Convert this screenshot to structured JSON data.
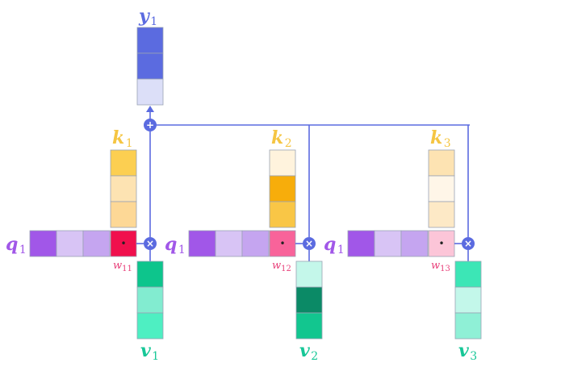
{
  "colors": {
    "line": "#5b6be0",
    "q": "#a157e8",
    "k": "#f5c542",
    "v": "#17c797",
    "y": "#5b6be0",
    "w": "#e8407a",
    "cell_border": "#9aa3b5"
  },
  "output": {
    "label": "y",
    "sub": "1",
    "cells": [
      "#5b6be0",
      "#5b6be0",
      "#dcdff8"
    ],
    "sum_symbol": "+"
  },
  "groups": [
    {
      "query": {
        "label": "q",
        "sub": "1",
        "cells": [
          "#a157e8",
          "#d8c4f5",
          "#c5a5f0"
        ]
      },
      "key": {
        "label": "k",
        "sub": "1",
        "cells": [
          "#fccf51",
          "#fde3b2",
          "#fdd896"
        ]
      },
      "value": {
        "label": "v",
        "sub": "1",
        "cells": [
          "#0dc58c",
          "#82ecd0",
          "#4eefc2"
        ]
      },
      "weight": {
        "label": "w",
        "sub": "11",
        "color": "#f0104d",
        "dot": "•"
      },
      "mult_symbol": "×"
    },
    {
      "query": {
        "label": "q",
        "sub": "1",
        "cells": [
          "#a157e8",
          "#d8c4f5",
          "#c5a5f0"
        ]
      },
      "key": {
        "label": "k",
        "sub": "2",
        "cells": [
          "#fff3dd",
          "#f7ad0b",
          "#f9c646"
        ]
      },
      "value": {
        "label": "v",
        "sub": "2",
        "cells": [
          "#c4f7ea",
          "#0b8a66",
          "#12c68f"
        ]
      },
      "weight": {
        "label": "w",
        "sub": "12",
        "color": "#f8639a",
        "dot": "•"
      },
      "mult_symbol": "×"
    },
    {
      "query": {
        "label": "q",
        "sub": "1",
        "cells": [
          "#a157e8",
          "#d8c4f5",
          "#c5a5f0"
        ]
      },
      "key": {
        "label": "k",
        "sub": "3",
        "cells": [
          "#fde3b2",
          "#fff6e8",
          "#fde9c6"
        ]
      },
      "value": {
        "label": "v",
        "sub": "3",
        "cells": [
          "#3ce6b6",
          "#c3f7ea",
          "#8ff0d6"
        ]
      },
      "weight": {
        "label": "w",
        "sub": "13",
        "color": "#fcc5d8",
        "dot": "•"
      },
      "mult_symbol": "×"
    }
  ]
}
